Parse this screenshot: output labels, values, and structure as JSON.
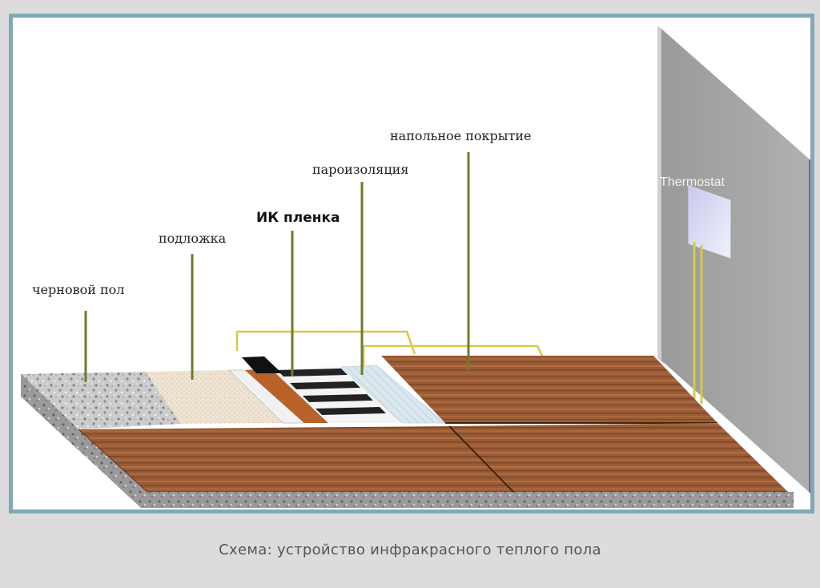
{
  "diagram": {
    "labels": {
      "rough_floor": "черновой пол",
      "underlay": "подложка",
      "ir_film": "ИК пленка",
      "vapor_barrier": "пароизоляция",
      "floor_covering": "напольное покрытие",
      "thermostat": "Thermostat"
    },
    "colors": {
      "frame": "#7fa9b6",
      "wall": "#a0a0a0",
      "laminate": "#9a5a34",
      "concrete": "#c9c9c9",
      "underlay": "#efe3d0",
      "leader_lines": "#6b7d2c",
      "wires": "#d8c84a"
    }
  },
  "caption": "Схема: устройство инфракрасного теплого пола"
}
